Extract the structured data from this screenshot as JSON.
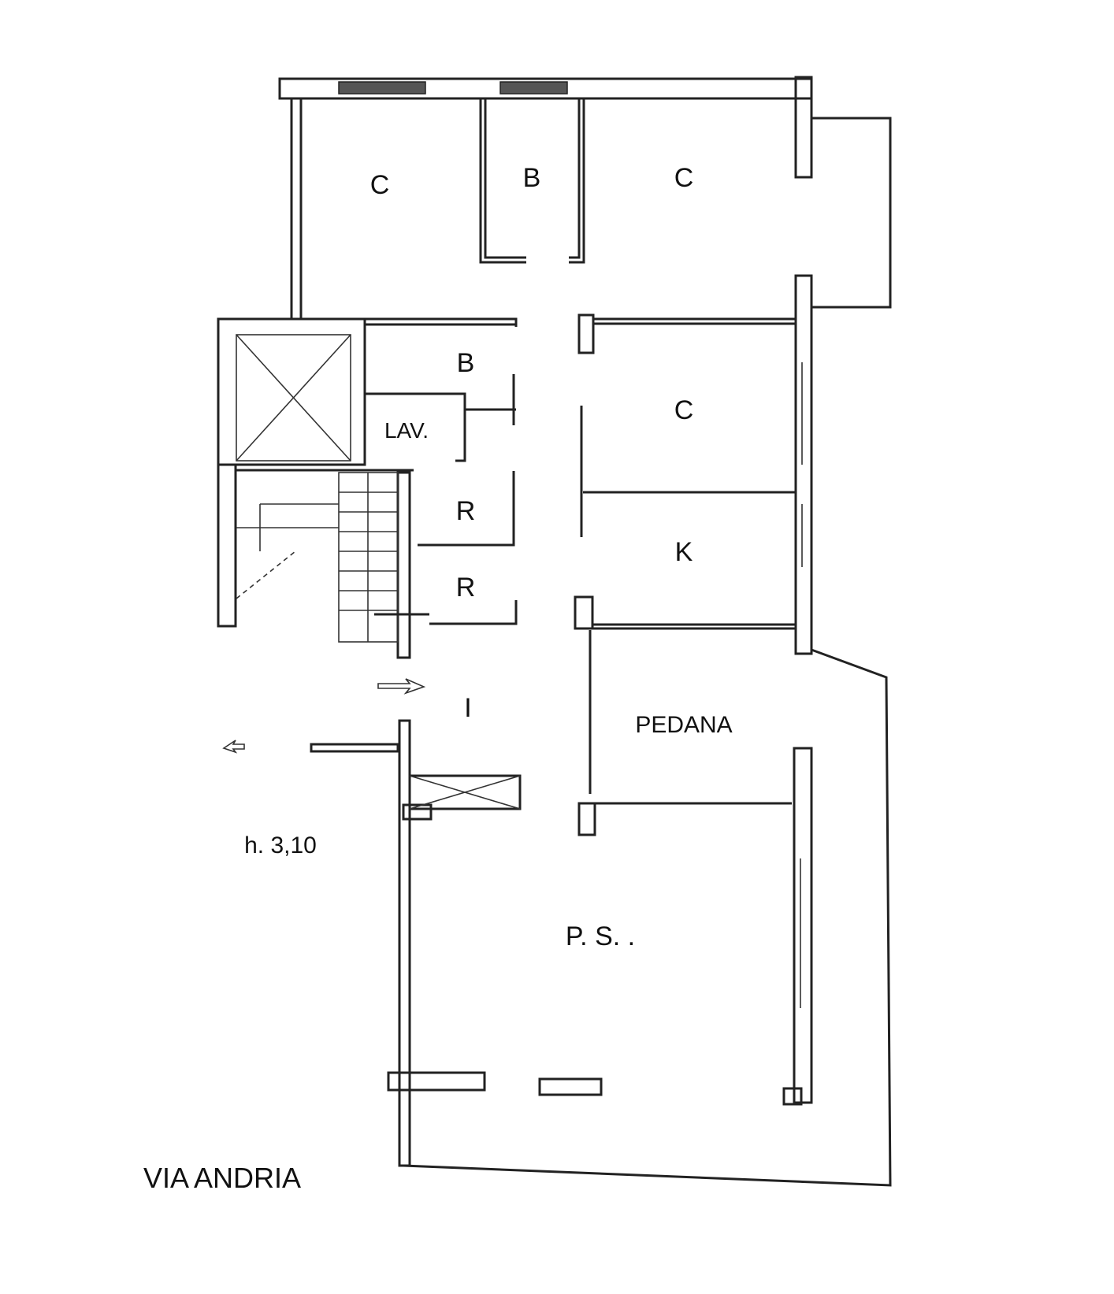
{
  "rooms": {
    "c1": "C",
    "b1": "B",
    "c2": "C",
    "b2": "B",
    "lav": "LAV.",
    "c3": "C",
    "r1": "R",
    "r2": "R",
    "k": "K",
    "i": "I",
    "pedana": "PEDANA",
    "ps": "P. S. ."
  },
  "height_note": "h. 3,10",
  "street": "VIA ANDRIA"
}
